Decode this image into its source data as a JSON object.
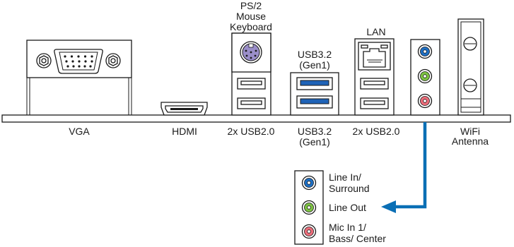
{
  "top_labels": {
    "ps2": [
      "PS/2",
      "Mouse",
      "Keyboard"
    ],
    "usb32": [
      "USB3.2",
      "(Gen1)"
    ],
    "lan": "LAN"
  },
  "bottom_labels": {
    "vga": "VGA",
    "hdmi": "HDMI",
    "usb20_left": "2x USB2.0",
    "usb32": [
      "USB3.2",
      "(Gen1)"
    ],
    "usb20_right": "2x USB2.0",
    "wifi": [
      "WiFi",
      "Antenna"
    ]
  },
  "audio_legend": {
    "items": [
      {
        "lines": [
          "Line In/",
          "Surround"
        ],
        "color": "#1e6fc4"
      },
      {
        "lines": [
          "Line Out"
        ],
        "color": "#7dc242"
      },
      {
        "lines": [
          "Mic In 1/",
          "Bass/ Center"
        ],
        "color": "#ec6d7a"
      }
    ],
    "arrow_color": "#0a6fb5"
  },
  "colors": {
    "usb3_blue": "#1f63b7",
    "ps2_purple": "#9a8ec9"
  }
}
